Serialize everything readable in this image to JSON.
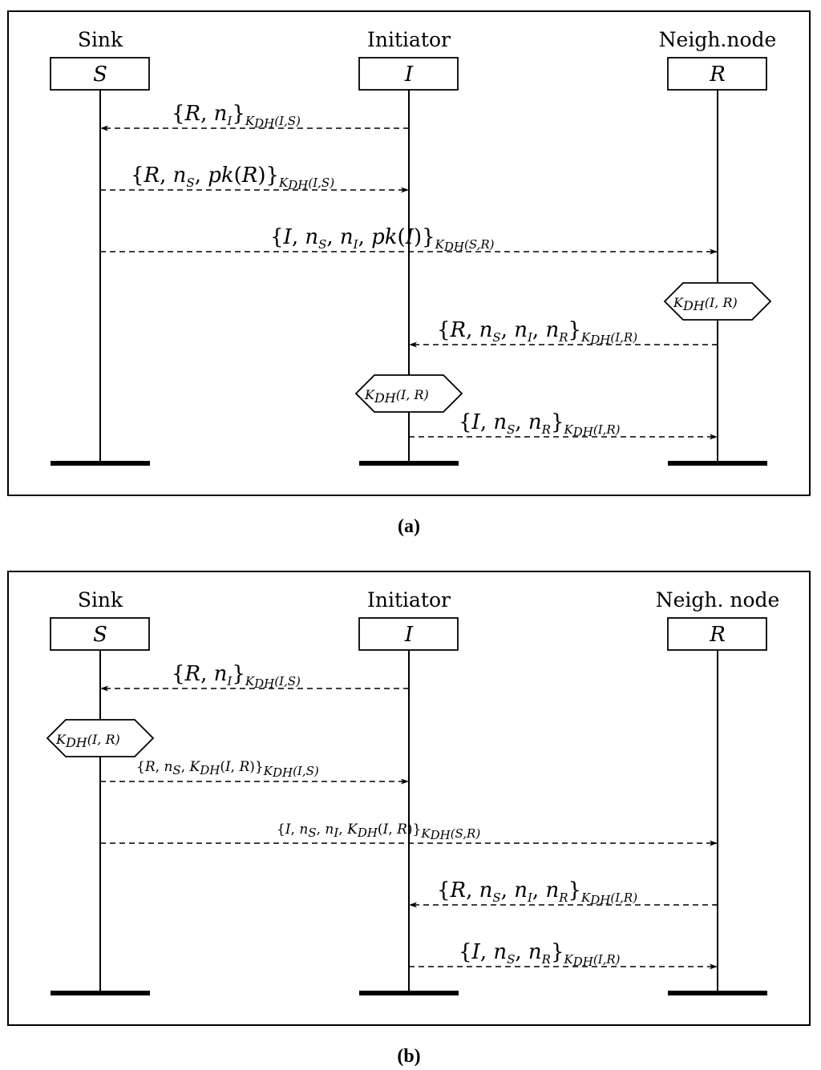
{
  "panels": [
    {
      "caption": "(a)",
      "participants": [
        {
          "role": "Sink",
          "symbol": "S"
        },
        {
          "role": "Initiator",
          "symbol": "I"
        },
        {
          "role": "Neigh.node",
          "symbol": "R"
        }
      ],
      "messages": [
        {
          "from": 1,
          "to": 0,
          "text": "{R, n",
          "sub1": "I",
          "close": "}",
          "key": "K",
          "keysub": "DH(I,S)",
          "full": "{R, nI}KDH(I,S)"
        },
        {
          "from": 0,
          "to": 1,
          "text": "{R, n",
          "sub1": "S",
          "close": ", pk(R)}",
          "key": "K",
          "keysub": "DH(I,S)",
          "full": "{R, nS, pk(R)}KDH(I,S)"
        },
        {
          "from": 0,
          "to": 2,
          "text": "{I, n",
          "sub1": "S",
          "close": ", n",
          "sub2": "I",
          "close2": ", pk(I)}",
          "key": "K",
          "keysub": "DH(S,R)",
          "full": "{I, nS, nI, pk(I)}KDH(S,R)"
        },
        {
          "from": 2,
          "to": 1,
          "text": "{R, n",
          "sub1": "S",
          "close": ", n",
          "sub2": "I",
          "close2": ", n",
          "sub3": "R",
          "close3": "}",
          "key": "K",
          "keysub": "DH(I,R)",
          "full": "{R, nS, nI, nR}KDH(I,R)"
        },
        {
          "from": 1,
          "to": 2,
          "text": "{I, n",
          "sub1": "S",
          "close": ", n",
          "sub2": "R",
          "close2": "}",
          "key": "K",
          "keysub": "DH(I,R)",
          "full": "{I, nS, nR}KDH(I,R)"
        }
      ],
      "hexagons": [
        {
          "at": 2,
          "label": "K",
          "sub": "DH",
          "rest": "(I, R)"
        },
        {
          "at": 1,
          "label": "K",
          "sub": "DH",
          "rest": "(I, R)"
        }
      ]
    },
    {
      "caption": "(b)",
      "participants": [
        {
          "role": "Sink",
          "symbol": "S"
        },
        {
          "role": "Initiator",
          "symbol": "I"
        },
        {
          "role": "Neigh. node",
          "symbol": "R"
        }
      ],
      "messages": [
        {
          "from": 1,
          "to": 0,
          "full": "{R, nI}KDH(I,S)"
        },
        {
          "from": 0,
          "to": 1,
          "full": "{R, nS, KDH(I, R)}KDH(I,S)"
        },
        {
          "from": 0,
          "to": 2,
          "full": "{I, nS, nI, KDH(I, R)}KDH(S,R)"
        },
        {
          "from": 2,
          "to": 1,
          "full": "{R, nS, nI, nR}KDH(I,R)"
        },
        {
          "from": 1,
          "to": 2,
          "full": "{I, nS, nR}KDH(I,R)"
        }
      ],
      "hexagons": [
        {
          "at": 0,
          "label": "K",
          "sub": "DH",
          "rest": "(I, R)"
        }
      ]
    }
  ]
}
